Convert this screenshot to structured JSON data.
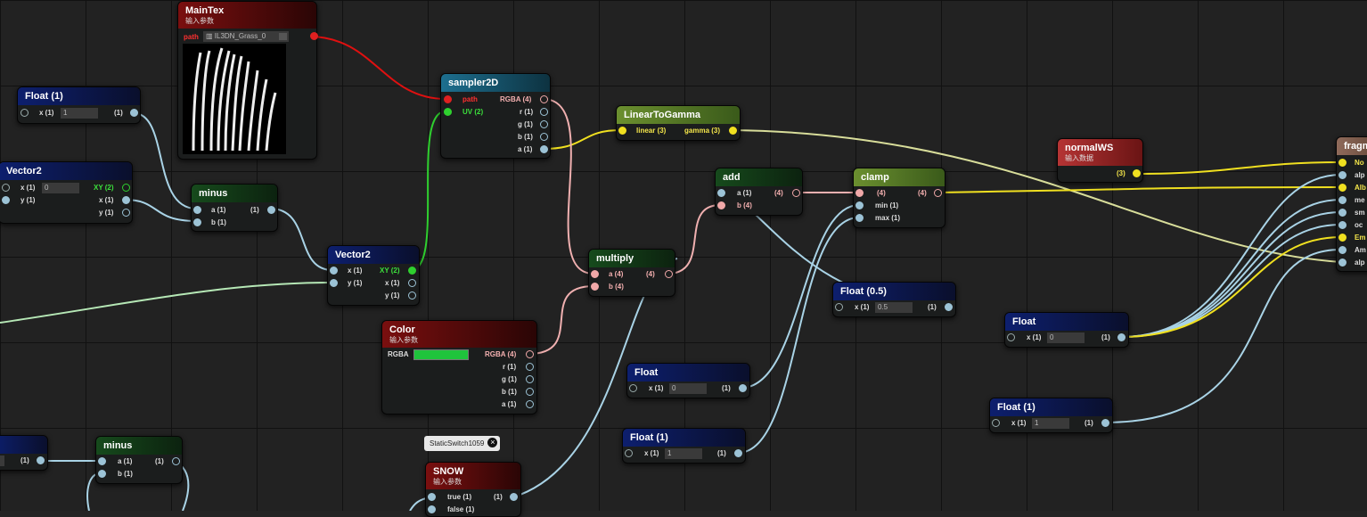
{
  "nodes": {
    "maintex": {
      "title": "MainTex",
      "sub": "输入参数",
      "pin": "path",
      "file": "IL3DN_Grass_0"
    },
    "float1a": {
      "title": "Float (1)",
      "in": "x (1)",
      "val": "1",
      "out": "(1)"
    },
    "vector2a": {
      "title": "Vector2",
      "in1": "x (1)",
      "val": "0",
      "in2": "y (1)",
      "out1": "XY (2)",
      "out2": "x (1)",
      "out3": "y (1)"
    },
    "minusA": {
      "title": "minus",
      "in1": "a (1)",
      "in2": "b (1)",
      "out": "(1)"
    },
    "sampler": {
      "title": "sampler2D",
      "in1": "path",
      "in2": "UV (2)",
      "out1": "RGBA (4)",
      "out2": "r (1)",
      "out3": "g (1)",
      "out4": "b (1)",
      "out5": "a (1)"
    },
    "lin2gamma": {
      "title": "LinearToGamma",
      "in": "linear (3)",
      "out": "gamma (3)"
    },
    "vector2b": {
      "title": "Vector2",
      "in1": "x (1)",
      "in2": "y (1)",
      "out1": "XY (2)",
      "out2": "x (1)",
      "out3": "y (1)"
    },
    "add": {
      "title": "add",
      "in1": "a (1)",
      "in2": "b (4)",
      "out": "(4)"
    },
    "clamp": {
      "title": "clamp",
      "in1": "(4)",
      "in2": "min (1)",
      "in3": "max (1)",
      "out": "(4)"
    },
    "multiply": {
      "title": "multiply",
      "in1": "a (4)",
      "in2": "b (4)",
      "out": "(4)"
    },
    "normalws": {
      "title": "normalWS",
      "sub": "输入数据",
      "out": "(3)"
    },
    "frag": {
      "title": "fragm",
      "pins": [
        "No",
        "alp",
        "Alb",
        "me",
        "sm",
        "oc",
        "Em",
        "Am",
        "alp"
      ]
    },
    "float05": {
      "title": "Float (0.5)",
      "in": "x (1)",
      "val": "0.5",
      "out": "(1)"
    },
    "floatR": {
      "title": "Float",
      "in": "x (1)",
      "val": "0",
      "out": "(1)"
    },
    "color": {
      "title": "Color",
      "sub": "输入参数",
      "left": "RGBA",
      "out1": "RGBA (4)",
      "out2": "r (1)",
      "out3": "g (1)",
      "out4": "b (1)",
      "out5": "a (1)",
      "swatch": "#1fc43c"
    },
    "floatM": {
      "title": "Float",
      "in": "x (1)",
      "val": "0",
      "out": "(1)"
    },
    "float1b": {
      "title": "Float (1)",
      "in": "x (1)",
      "val": "1",
      "out": "(1)"
    },
    "float1c": {
      "title": "Float (1)",
      "in": "x (1)",
      "val": "1",
      "out": "(1)"
    },
    "minusB": {
      "title": "minus",
      "in1": "a (1)",
      "in2": "b (1)",
      "out": "(1)"
    },
    "leftStub": {
      "out": "(1)"
    },
    "snow": {
      "title": "SNOW",
      "sub": "输入参数",
      "in1": "true (1)",
      "in2": "false (1)",
      "out": "(1)"
    }
  },
  "tooltip": {
    "text": "StaticSwitch1059",
    "close": "×"
  },
  "colors": {
    "wire_float": "#a9d3e6",
    "wire_vec": "#b6e8b6",
    "wire_tex": "#e01010",
    "wire_uv": "#2fd02f",
    "wire_col": "#f0b0b0",
    "wire_yel": "#f0e020"
  }
}
